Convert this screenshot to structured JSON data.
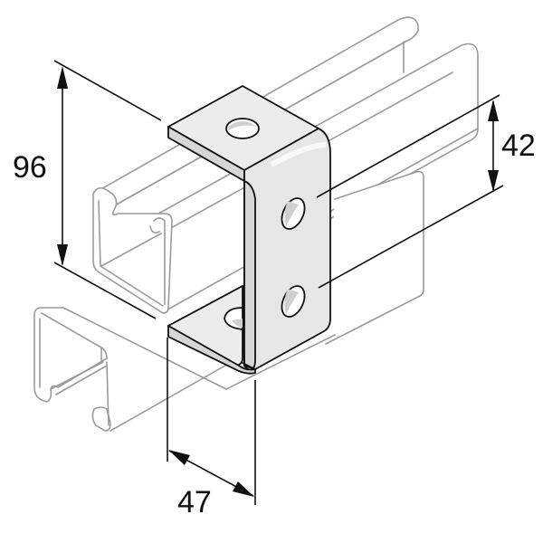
{
  "figure": {
    "subject": "U-shaped channel bracket with four holes mounted on two strut channels",
    "colors": {
      "bracket_fill": "#ececec",
      "bracket_edge": "#d6d6d6",
      "outline": "#111111",
      "rail_outline": "#9a9a9a",
      "background": "#ffffff"
    }
  },
  "dimensions": {
    "height": {
      "label": "96",
      "orientation": "vertical"
    },
    "hole_spacing": {
      "label": "42",
      "orientation": "vertical"
    },
    "depth": {
      "label": "47",
      "orientation": "diagonal"
    }
  }
}
